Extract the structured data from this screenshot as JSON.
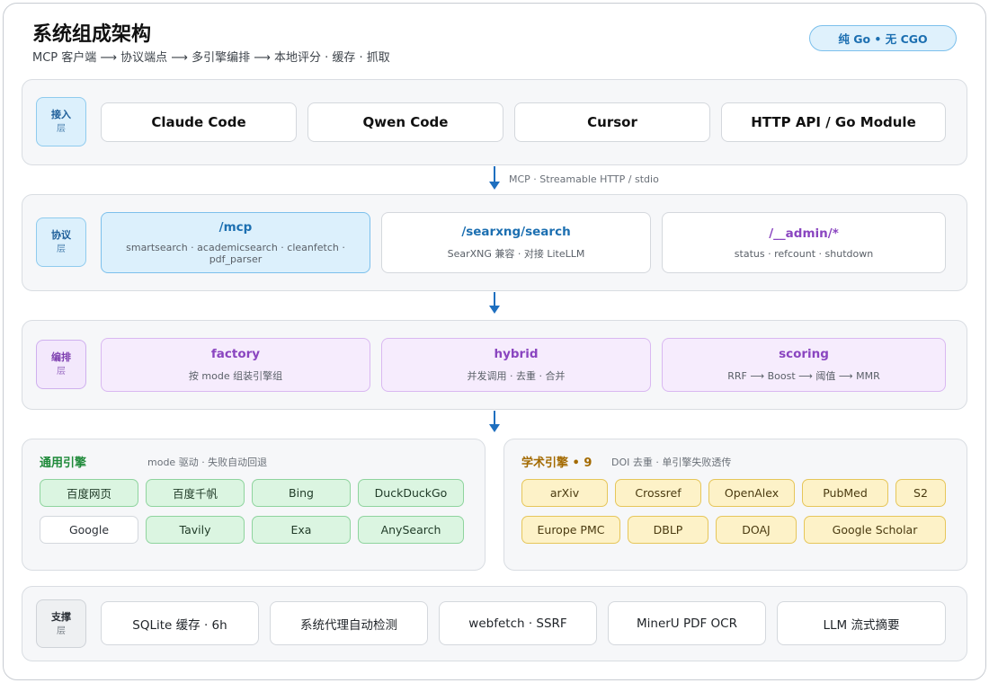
{
  "header": {
    "title": "系统组成架构",
    "subtitle": "MCP 客户端 ⟶ 协议端点 ⟶ 多引擎编排 ⟶ 本地评分 · 缓存 · 抓取",
    "badge": "纯 Go • 无 CGO"
  },
  "layers": {
    "access": {
      "tag_main": "接入",
      "tag_sub": "层",
      "clients": [
        "Claude Code",
        "Qwen Code",
        "Cursor",
        "HTTP API / Go Module"
      ]
    },
    "protocol": {
      "tag_main": "协议",
      "tag_sub": "层",
      "endpoints": [
        {
          "path": "/mcp",
          "desc": "smartsearch · academicsearch · cleanfetch · pdf_parser"
        },
        {
          "path": "/searxng/search",
          "desc": "SearXNG 兼容 · 对接 LiteLLM"
        },
        {
          "path": "/__admin/*",
          "desc": "status · refcount · shutdown"
        }
      ]
    },
    "orchestration": {
      "tag_main": "编排",
      "tag_sub": "层",
      "modules": [
        {
          "name": "factory",
          "desc": "按 mode 组装引擎组"
        },
        {
          "name": "hybrid",
          "desc": "并发调用 · 去重 · 合并"
        },
        {
          "name": "scoring",
          "desc": "RRF ⟶ Boost ⟶ 阈值 ⟶ MMR"
        }
      ]
    },
    "support": {
      "tag_main": "支撑",
      "tag_sub": "层",
      "items": [
        "SQLite 缓存 · 6h",
        "系统代理自动检测",
        "webfetch · SSRF",
        "MinerU PDF OCR",
        "LLM 流式摘要"
      ]
    }
  },
  "arrows": {
    "access_to_protocol_label": "MCP · Streamable HTTP / stdio"
  },
  "engines": {
    "general": {
      "title": "通用引擎",
      "note": "mode 驱动 · 失败自动回退",
      "items": [
        "百度网页",
        "百度千帆",
        "Bing",
        "DuckDuckGo",
        "Google",
        "Tavily",
        "Exa",
        "AnySearch"
      ]
    },
    "academic": {
      "title": "学术引擎 • 9",
      "note": "DOI 去重 · 单引擎失败透传",
      "items": [
        "arXiv",
        "Crossref",
        "OpenAlex",
        "PubMed",
        "S2",
        "Europe PMC",
        "DBLP",
        "DOAJ",
        "Google Scholar"
      ]
    }
  },
  "colors": {
    "accent_blue": "#1c6fb1",
    "purple": "#8a45c0",
    "green_title": "#1f8a3a",
    "academic_title": "#a36a00"
  }
}
